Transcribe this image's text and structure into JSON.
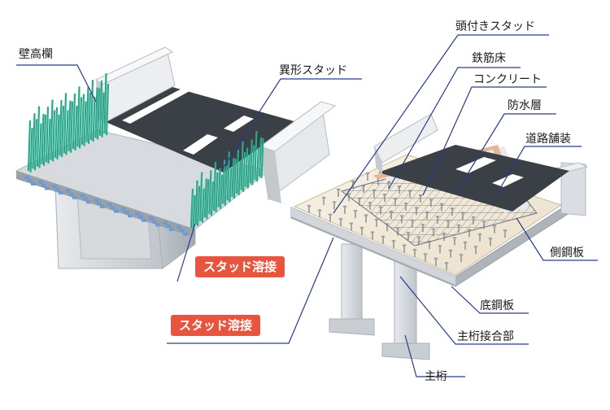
{
  "labels": {
    "parapet": "壁高欄",
    "deformed_stud": "異形スタッド",
    "headed_stud": "頭付きスタッド",
    "rebar_floor": "鉄筋床",
    "concrete": "コンクリート",
    "waterproof_layer": "防水層",
    "road_pavement": "道路舗装",
    "side_steel_plate": "側鋼板",
    "bottom_steel_plate": "底鋼板",
    "main_girder_joint": "主桁接合部",
    "main_girder": "主桁"
  },
  "badges": {
    "stud_weld_upper": "スタッド溶接",
    "stud_weld_lower": "スタッド溶接"
  },
  "colors": {
    "badge": "#e8553f",
    "stud_green": "#2aa88a",
    "asphalt": "#3a4045",
    "concrete": "#d9dcdf",
    "steel": "#c9ced3",
    "waterproof": "#e6b99a",
    "leader": "#2b3a8c"
  }
}
